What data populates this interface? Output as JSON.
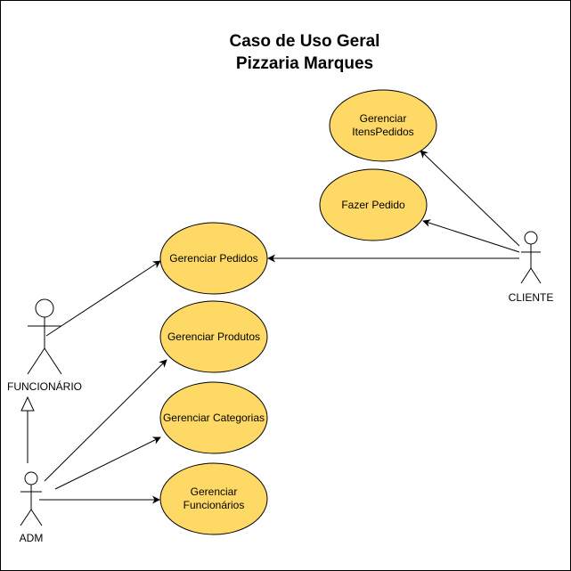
{
  "title": {
    "line1": "Caso de Uso Geral",
    "line2": "Pizzaria Marques"
  },
  "colors": {
    "use_case_fill": "#ffd966",
    "use_case_stroke": "#000000",
    "line": "#000000",
    "frame": "#000000"
  },
  "actors": {
    "cliente": "CLIENTE",
    "funcionario": "FUNCIONÁRIO",
    "adm": "ADM"
  },
  "use_cases": {
    "gerenciar_itens_pedidos": [
      "Gerenciar",
      "ItensPedidos"
    ],
    "fazer_pedido": [
      "Fazer Pedido"
    ],
    "gerenciar_pedidos": [
      "Gerenciar Pedidos"
    ],
    "gerenciar_produtos": [
      "Gerenciar Produtos"
    ],
    "gerenciar_categorias": [
      "Gerenciar Categorias"
    ],
    "gerenciar_funcionarios": [
      "Gerenciar",
      "Funcionários"
    ]
  }
}
